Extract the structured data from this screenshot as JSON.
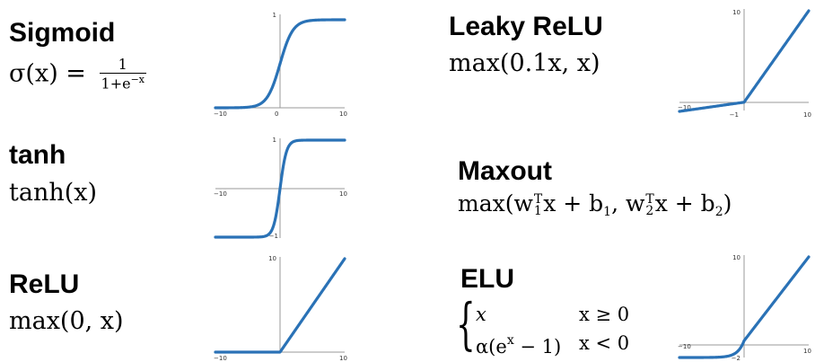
{
  "functions": [
    {
      "name": "Sigmoid",
      "formula_lhs": "σ(x) =",
      "formula_num": "1",
      "formula_den_base": "1+e",
      "formula_den_exp": "−x",
      "plot": {
        "xmin": -10,
        "xmax": 10,
        "ymin": 0,
        "ymax": 1,
        "y_ticks": [
          "1"
        ],
        "x_ticks": [
          "−10",
          "0",
          "10"
        ]
      }
    },
    {
      "name": "tanh",
      "formula": "tanh(x)",
      "plot": {
        "xmin": -10,
        "xmax": 10,
        "ymin": -1,
        "ymax": 1,
        "y_ticks": [
          "1",
          "−1"
        ],
        "x_ticks": [
          "−10",
          "10"
        ]
      }
    },
    {
      "name": "ReLU",
      "formula": "max(0, x)",
      "plot": {
        "xmin": -10,
        "xmax": 10,
        "ymin": 0,
        "ymax": 10,
        "y_ticks": [
          "10"
        ],
        "x_ticks": [
          "−10",
          "10"
        ]
      }
    },
    {
      "name": "Leaky ReLU",
      "formula": "max(0.1x, x)",
      "plot": {
        "xmin": -10,
        "xmax": 10,
        "ymin": -1,
        "ymax": 10,
        "y_ticks": [
          "10",
          "−1"
        ],
        "x_ticks": [
          "−10",
          "10"
        ]
      }
    },
    {
      "name": "Maxout",
      "formula_parts": [
        "max(w",
        "T",
        "1",
        "x + b",
        "1",
        ", w",
        "T",
        "2",
        "x + b",
        "2",
        ")"
      ]
    },
    {
      "name": "ELU",
      "case1_expr": "x",
      "case1_cond": "x ≥ 0",
      "case2_expr": "α(e",
      "case2_exp": "x",
      "case2_tail": " − 1)",
      "case2_cond": "x < 0",
      "plot": {
        "xmin": -10,
        "xmax": 10,
        "ymin": -2,
        "ymax": 10,
        "y_ticks": [
          "10",
          "−2"
        ],
        "x_ticks": [
          "−10",
          "10"
        ]
      }
    }
  ],
  "colors": {
    "curve": "#2a72b6",
    "axis": "#9a9a9a"
  }
}
